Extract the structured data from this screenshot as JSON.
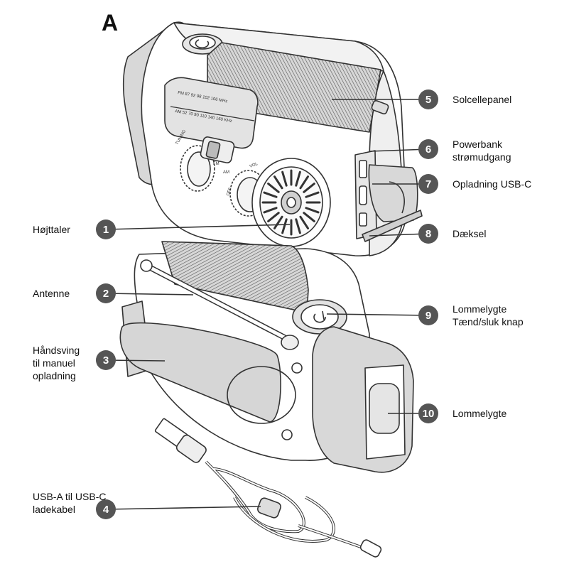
{
  "panel_letter": "A",
  "callouts": [
    {
      "num": "1",
      "label": "Højttaler"
    },
    {
      "num": "2",
      "label": "Antenne"
    },
    {
      "num": "3",
      "label": "Håndsving\ntil manuel\nopladning"
    },
    {
      "num": "4",
      "label": "USB-A til USB-C\nladekabel"
    },
    {
      "num": "5",
      "label": "Solcellepanel"
    },
    {
      "num": "6",
      "label": "Powerbank\nstrømudgang"
    },
    {
      "num": "7",
      "label": "Opladning USB-C"
    },
    {
      "num": "8",
      "label": "Dæksel"
    },
    {
      "num": "9",
      "label": "Lommelygte\nTænd/sluk knap"
    },
    {
      "num": "10",
      "label": "Lommelygte"
    }
  ],
  "device_markings": {
    "fm_freqs": [
      "FM",
      "87",
      "92",
      "98",
      "102",
      "106",
      "MHz"
    ],
    "am_freqs": [
      "AM",
      "52",
      "70",
      "90",
      "110",
      "140",
      "160",
      "KHz"
    ],
    "switch_labels": [
      "FM",
      "AM"
    ],
    "tuning_label": "TUNING",
    "volume_label": "VOL",
    "off_label": "OFF"
  },
  "colors": {
    "badge": "#555555",
    "outline": "#333333",
    "body_fill": "#ffffff",
    "side_fill": "#d9d9d9",
    "solar_fill": "#c8c8c8"
  }
}
